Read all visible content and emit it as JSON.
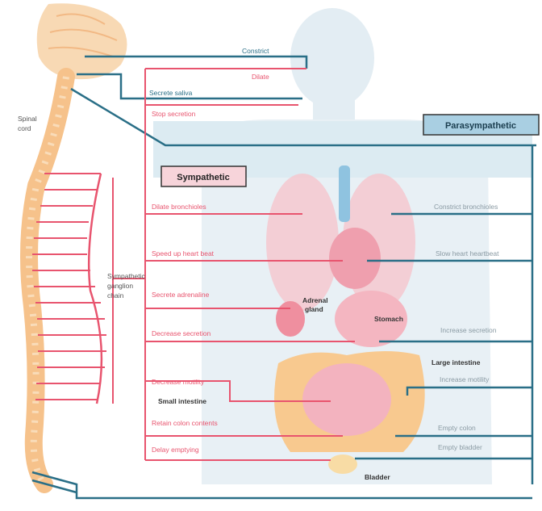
{
  "labels": {
    "spinal_cord": [
      "Spinal",
      "cord"
    ],
    "sympathetic": "Sympathetic",
    "parasympathetic": "Parasympathetic",
    "ganglion_chain": [
      "Sympathetic",
      "ganglion",
      "chain"
    ],
    "adrenal_gland": [
      "Adrenal",
      "gland"
    ],
    "stomach": "Stomach",
    "large_intestine": "Large intestine",
    "small_intestine": "Small intestine",
    "bladder": "Bladder"
  },
  "sympathetic_effects": [
    "Dilate",
    "Stop secretion",
    "Dilate bronchioles",
    "Speed up heart beat",
    "Secrete adrenaline",
    "Decrease secretion",
    "Decrease motility",
    "Retain colon contents",
    "Delay emptying"
  ],
  "parasympathetic_effects": [
    "Constrict",
    "Secrete saliva",
    "Constrict bronchioles",
    "Slow heart heartbeat",
    "Increase secretion",
    "Increase motility",
    "Empty colon",
    "Empty bladder"
  ],
  "colors": {
    "sympathetic": "#e8546e",
    "parasympathetic": "#2a6f87",
    "body": "#dbe7ee",
    "spine": "#f6c28b",
    "organ": "#f3b9c3"
  }
}
